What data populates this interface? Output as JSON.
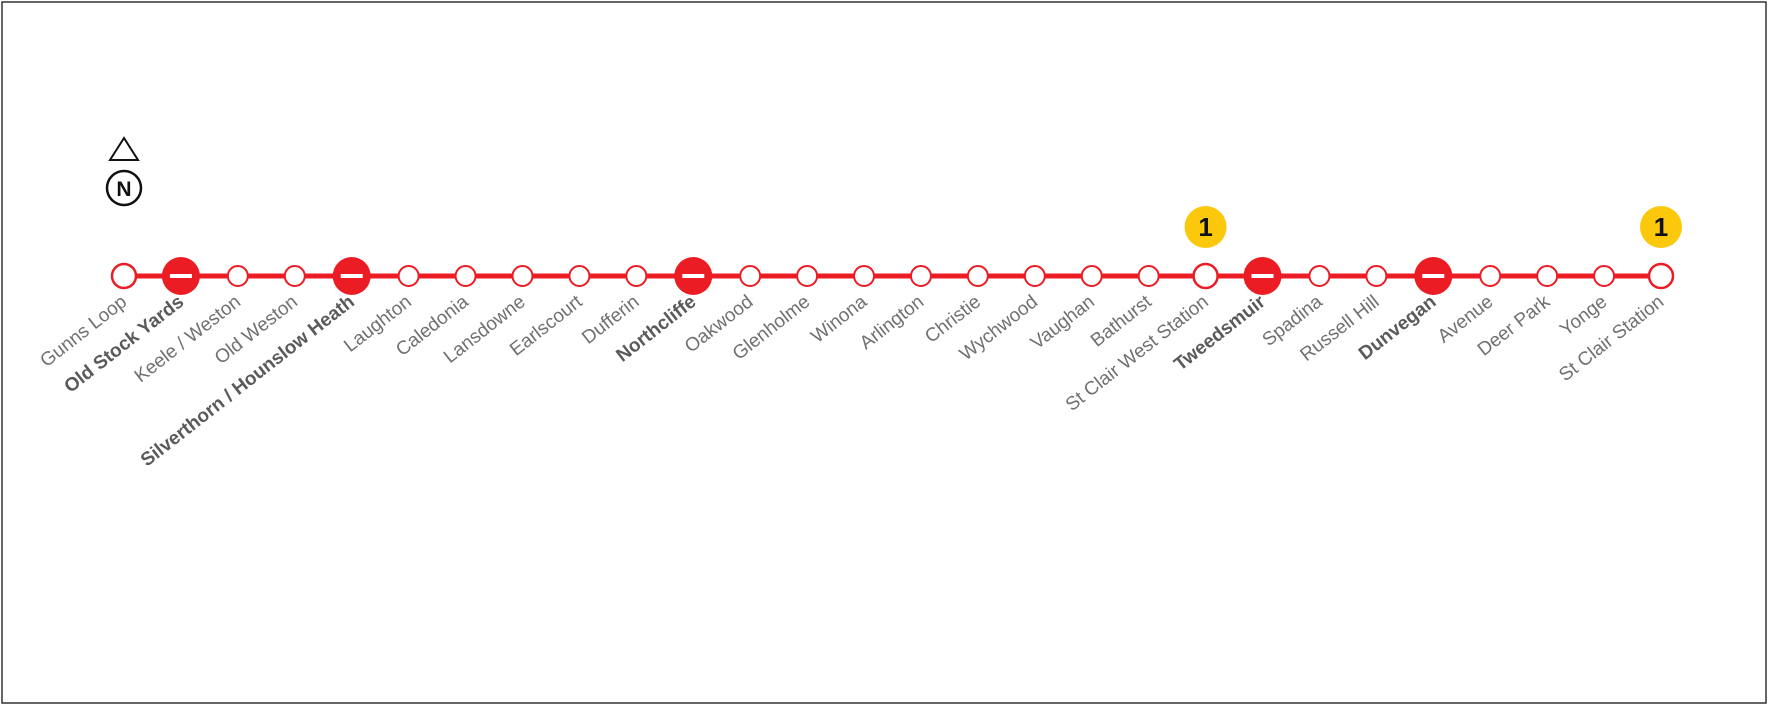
{
  "compass": {
    "letter": "N",
    "icon": "north-arrow-icon"
  },
  "route": {
    "line_color": "#ec1c24",
    "stops": [
      {
        "name": "Gunns Loop",
        "type": "terminal"
      },
      {
        "name": "Old Stock Yards",
        "type": "major"
      },
      {
        "name": "Keele / Weston",
        "type": "regular"
      },
      {
        "name": "Old Weston",
        "type": "regular"
      },
      {
        "name": "Silverthorn / Hounslow Heath",
        "type": "major"
      },
      {
        "name": "Laughton",
        "type": "regular"
      },
      {
        "name": "Caledonia",
        "type": "regular"
      },
      {
        "name": "Lansdowne",
        "type": "regular"
      },
      {
        "name": "Earlscourt",
        "type": "regular"
      },
      {
        "name": "Dufferin",
        "type": "regular"
      },
      {
        "name": "Northcliffe",
        "type": "major"
      },
      {
        "name": "Oakwood",
        "type": "regular"
      },
      {
        "name": "Glenholme",
        "type": "regular"
      },
      {
        "name": "Winona",
        "type": "regular"
      },
      {
        "name": "Arlington",
        "type": "regular"
      },
      {
        "name": "Christie",
        "type": "regular"
      },
      {
        "name": "Wychwood",
        "type": "regular"
      },
      {
        "name": "Vaughan",
        "type": "regular"
      },
      {
        "name": "Bathurst",
        "type": "regular"
      },
      {
        "name": "St Clair West Station",
        "type": "terminal",
        "subway_line": "1"
      },
      {
        "name": "Tweedsmuir",
        "type": "major"
      },
      {
        "name": "Spadina",
        "type": "regular"
      },
      {
        "name": "Russell Hill",
        "type": "regular"
      },
      {
        "name": "Dunvegan",
        "type": "major"
      },
      {
        "name": "Avenue",
        "type": "regular"
      },
      {
        "name": "Deer Park",
        "type": "regular"
      },
      {
        "name": "Yonge",
        "type": "regular"
      },
      {
        "name": "St Clair Station",
        "type": "terminal",
        "subway_line": "1"
      }
    ]
  },
  "subway_badge_color": "#fcc80c"
}
